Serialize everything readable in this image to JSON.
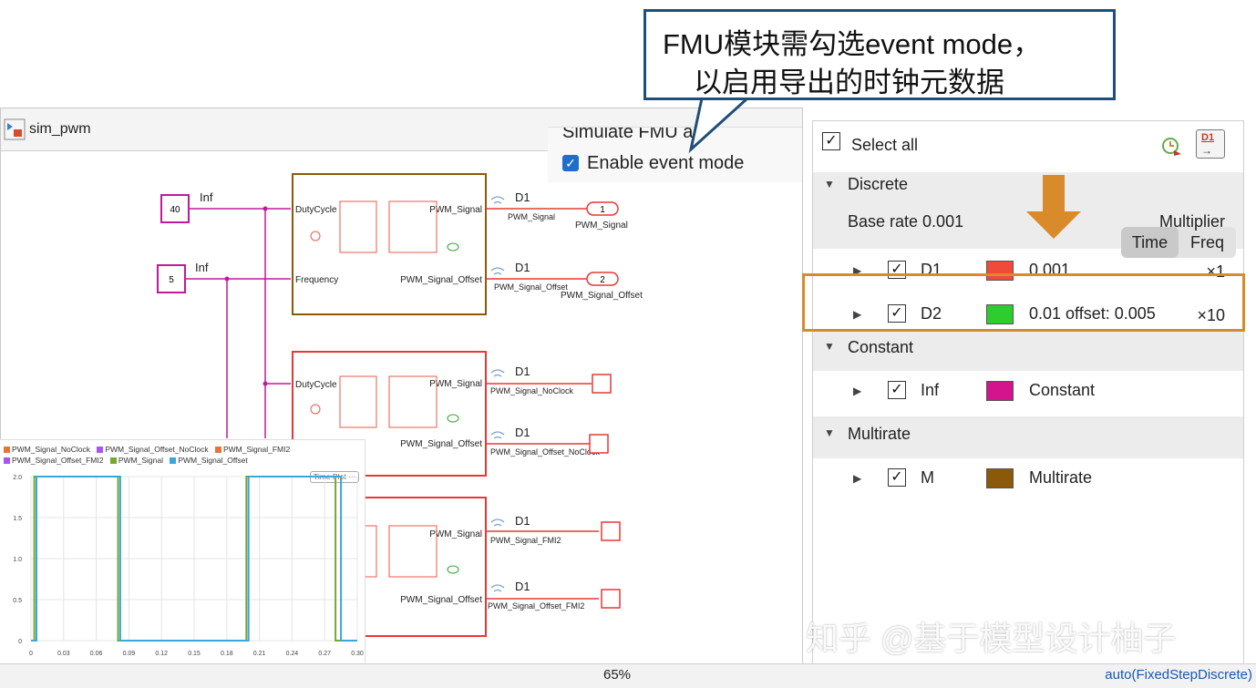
{
  "callout": {
    "line1": "FMU模块需勾选event mode，",
    "line2": "以启用导出的时钟元数据"
  },
  "model": {
    "tab_label": "sim_pwm",
    "event_mode_label": "Enable event mode",
    "event_mode_checked": true,
    "popup_title_fragment": "Simulate FMU as"
  },
  "blocks": {
    "const1_value": "40",
    "const1_rate": "Inf",
    "const2_value": "5",
    "const2_rate": "Inf",
    "port_duty": "DutyCycle",
    "port_freq": "Frequency",
    "out_signal": "PWM_Signal",
    "out_offset": "PWM_Signal_Offset",
    "rate_d1": "D1",
    "outport1_num": "1",
    "outport1_label": "PWM_Signal",
    "outport2_num": "2",
    "outport2_label": "PWM_Signal_Offset",
    "wire1_label": "PWM_Signal",
    "wire2_label": "PWM_Signal_Offset",
    "wire3_label": "PWM_Signal_NoClock",
    "wire4_label": "PWM_Signal_Offset_NoClock",
    "wire5_label": "PWM_Signal_FMI2",
    "wire6_label": "PWM_Signal_Offset_FMI2"
  },
  "rate_panel": {
    "select_all": "Select all",
    "time_btn": "Time",
    "freq_btn": "Freq",
    "groups": [
      {
        "name": "Discrete",
        "base_rate": "Base rate 0.001",
        "multiplier_header": "Multiplier",
        "rows": [
          {
            "id": "D1",
            "color": "#f04a3a",
            "rate": "0.001",
            "mult": "×1"
          },
          {
            "id": "D2",
            "color": "#2ecc2e",
            "rate": "0.01 offset: 0.005",
            "mult": "×10"
          }
        ]
      },
      {
        "name": "Constant",
        "rows": [
          {
            "id": "Inf",
            "color": "#d4148c",
            "rate": "Constant"
          }
        ]
      },
      {
        "name": "Multirate",
        "rows": [
          {
            "id": "M",
            "color": "#8a5a0a",
            "rate": "Multirate"
          }
        ]
      }
    ],
    "legend_icon": "D1"
  },
  "plot": {
    "title": "Time Plot",
    "legend": [
      {
        "name": "PWM_Signal_NoClock",
        "color": "#e8743b"
      },
      {
        "name": "PWM_Signal_Offset_NoClock",
        "color": "#a855f7"
      },
      {
        "name": "PWM_Signal_FMI2",
        "color": "#e8743b"
      },
      {
        "name": "PWM_Signal_Offset_FMI2",
        "color": "#a855f7"
      },
      {
        "name": "PWM_Signal",
        "color": "#77a832"
      },
      {
        "name": "PWM_Signal_Offset",
        "color": "#3aa6dd"
      }
    ]
  },
  "chart_data": {
    "type": "line",
    "title": "Time Plot",
    "xlabel": "",
    "ylabel": "",
    "xlim": [
      0,
      0.3
    ],
    "ylim": [
      0,
      2
    ],
    "x_ticks": [
      "0",
      "0.03",
      "0.06",
      "0.09",
      "0.12",
      "0.15",
      "0.18",
      "0.21",
      "0.24",
      "0.27",
      "0.30"
    ],
    "y_ticks": [
      "0",
      "0.5",
      "1.0",
      "1.5",
      "2.0"
    ],
    "series": [
      {
        "name": "PWM_Signal",
        "color": "#77a832",
        "x": [
          0,
          0.003,
          0.003,
          0.08,
          0.08,
          0.198,
          0.198,
          0.28,
          0.28,
          0.3
        ],
        "y": [
          0,
          0,
          2,
          2,
          0,
          0,
          2,
          2,
          0,
          0
        ]
      },
      {
        "name": "PWM_Signal_Offset",
        "color": "#3aa6dd",
        "x": [
          0,
          0.005,
          0.005,
          0.082,
          0.082,
          0.2,
          0.2,
          0.285,
          0.285,
          0.3
        ],
        "y": [
          0,
          0,
          2,
          2,
          0,
          0,
          2,
          2,
          0,
          0
        ]
      }
    ]
  },
  "status": {
    "zoom": "65%",
    "solver": "auto(FixedStepDiscrete)"
  },
  "watermark": "知乎 @基于模型设计柚子"
}
